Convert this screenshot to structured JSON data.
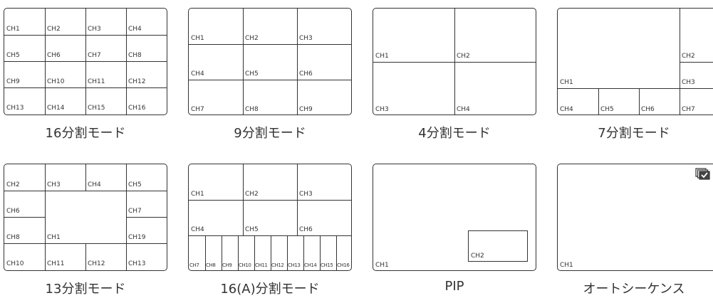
{
  "modes": [
    {
      "id": "m16",
      "caption": "16分割モード",
      "channels": [
        "CH1",
        "CH2",
        "CH3",
        "CH4",
        "CH5",
        "CH6",
        "CH7",
        "CH8",
        "CH9",
        "CH10",
        "CH11",
        "CH12",
        "CH13",
        "CH14",
        "CH15",
        "CH16"
      ]
    },
    {
      "id": "m9",
      "caption": "9分割モード",
      "channels": [
        "CH1",
        "CH2",
        "CH3",
        "CH4",
        "CH5",
        "CH6",
        "CH7",
        "CH8",
        "CH9"
      ]
    },
    {
      "id": "m4",
      "caption": "4分割モード",
      "channels": [
        "CH1",
        "CH2",
        "CH3",
        "CH4"
      ]
    },
    {
      "id": "m7",
      "caption": "7分割モード",
      "channels": [
        "CH1",
        "CH2",
        "CH3",
        "CH4",
        "CH5",
        "CH6",
        "CH7"
      ]
    },
    {
      "id": "m13",
      "caption": "13分割モード",
      "channels": [
        "CH1",
        "CH2",
        "CH3",
        "CH4",
        "CH5",
        "CH6",
        "CH7",
        "CH8",
        "CH19",
        "CH10",
        "CH11",
        "CH12",
        "CH13"
      ]
    },
    {
      "id": "m16a",
      "caption": "16(A)分割モード",
      "channels": [
        "CH1",
        "CH2",
        "CH3",
        "CH4",
        "CH5",
        "CH6",
        "CH7",
        "CH8",
        "CH9",
        "CH10",
        "CH11",
        "CH12",
        "CH13",
        "CH14",
        "CH15",
        "CH16"
      ]
    },
    {
      "id": "pip",
      "caption": "PIP",
      "channels": [
        "CH1",
        "CH2"
      ]
    },
    {
      "id": "seq",
      "caption": "オートシーケンス",
      "channels": [
        "CH1"
      ],
      "icon": "sequence-check-icon"
    }
  ]
}
